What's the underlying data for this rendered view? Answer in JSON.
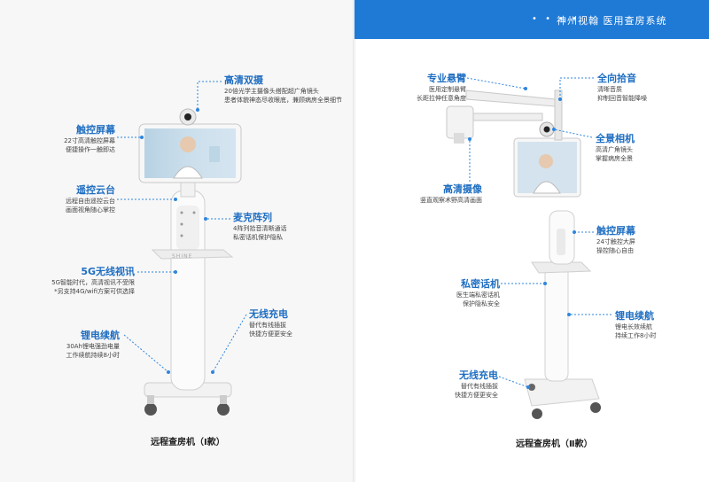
{
  "header": {
    "dots": "• • • •",
    "title": "神州视翰 医用查房系统"
  },
  "device1": {
    "brand": "SHINE",
    "caption": "远程查房机（Ⅰ款）",
    "features": {
      "camera": {
        "title": "高清双摄",
        "lines": [
          "20倍光学主摄像头搭配超广角镜头",
          "患者体貌神态尽收眼底，兼顾病房全景细节"
        ]
      },
      "touch": {
        "title": "触控屏幕",
        "lines": [
          "22寸高清触控屏幕",
          "便捷操作一触即达"
        ]
      },
      "ptz": {
        "title": "遥控云台",
        "lines": [
          "远程自由遥控云台",
          "画面视角随心掌控"
        ]
      },
      "mic": {
        "title": "麦克阵列",
        "lines": [
          "4阵列拾音清晰通话",
          "私密话机保护隐私"
        ]
      },
      "net": {
        "title": "5G无线视讯",
        "lines": [
          "5G智能时代，高清视讯不受限",
          "*另支持4G/wifi方案可供选择"
        ]
      },
      "charge": {
        "title": "无线充电",
        "lines": [
          "替代有线插拔",
          "快捷方便更安全"
        ]
      },
      "battery": {
        "title": "锂电续航",
        "lines": [
          "30Ah锂电强劲电量",
          "工作续航持续8小时"
        ]
      }
    }
  },
  "device2": {
    "caption": "远程查房机（Ⅱ款）",
    "features": {
      "arm": {
        "title": "专业悬臂",
        "lines": [
          "医用定制悬臂",
          "长距拉伸任意角度"
        ]
      },
      "audio": {
        "title": "全向拾音",
        "lines": [
          "清晰音质",
          "抑制回音智能降噪"
        ]
      },
      "panorama": {
        "title": "全景相机",
        "lines": [
          "高清广角镜头",
          "掌握病房全景"
        ]
      },
      "hdcam": {
        "title": "高清摄像",
        "lines": [
          "竖直观察术野高清画面"
        ]
      },
      "touch": {
        "title": "触控屏幕",
        "lines": [
          "24寸触控大屏",
          "操控随心自由"
        ]
      },
      "privacy": {
        "title": "私密话机",
        "lines": [
          "医生端私密话机",
          "保护隐私安全"
        ]
      },
      "battery": {
        "title": "锂电续航",
        "lines": [
          "锂电长效续航",
          "持续工作8小时"
        ]
      },
      "charge": {
        "title": "无线充电",
        "lines": [
          "替代有线插拔",
          "快捷方便更安全"
        ]
      }
    }
  }
}
